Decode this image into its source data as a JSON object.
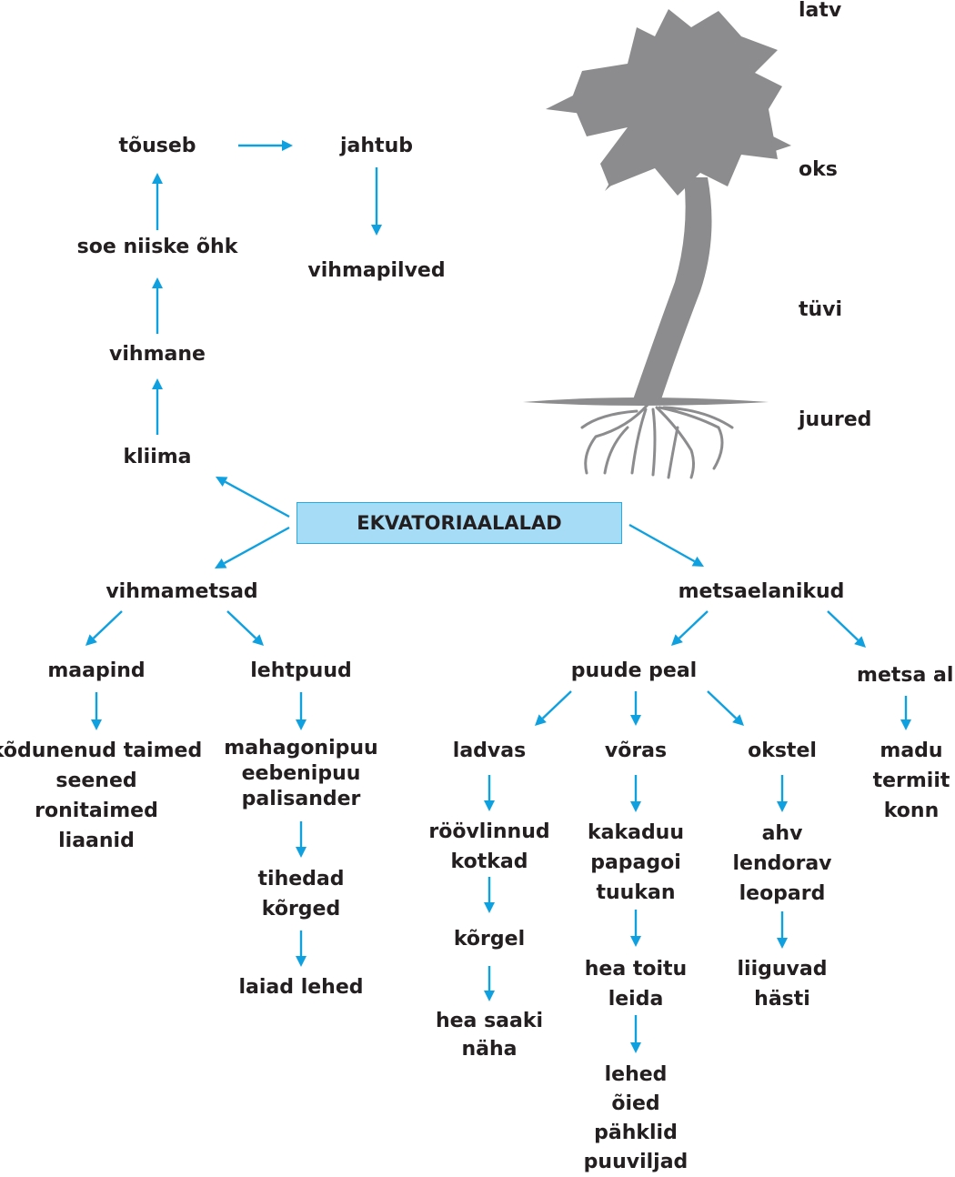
{
  "colors": {
    "arrow": "#0fa0e0",
    "center_box_fill": "#a6dcf6",
    "text": "#231f20",
    "tree": "#8c8c8e"
  },
  "center": {
    "label": "EKVATORIAALALAD"
  },
  "climate": {
    "kliima": "kliima",
    "vihmane": "vihmane",
    "soe": "soe niiske õhk",
    "touseb": "tõuseb",
    "jahtub": "jahtub",
    "vihmapilved": "vihmapilved"
  },
  "tree": {
    "icon": "palm-tree-icon",
    "labels": {
      "latv": "latv",
      "oks": "oks",
      "tuvi": "tüvi",
      "juured": "juured"
    }
  },
  "forests": {
    "vihmametsad": "vihmametsad",
    "maapind": "maapind",
    "maapind_items": [
      "kõdunenud taimed",
      "seened",
      "ronitaimed",
      "liaanid"
    ],
    "lehtpuud": "lehtpuud",
    "lehtpuud_items": [
      "mahagonipuu",
      "eebenipuu",
      "palisander"
    ],
    "tall": [
      "tihedad",
      "kõrged"
    ],
    "leaves": "laiad lehed"
  },
  "inhabitants": {
    "metsaelanikud": "metsaelanikud",
    "puude_peal": "puude peal",
    "metsa_all": "metsa all",
    "metsa_all_items": [
      "madu",
      "termiit",
      "konn"
    ],
    "ladvas": "ladvas",
    "ladvas_items": [
      "röövlinnud",
      "kotkad"
    ],
    "korgel": "kõrgel",
    "saak": [
      "hea saaki",
      "näha"
    ],
    "voras": "võras",
    "voras_items": [
      "kakaduu",
      "papagoi",
      "tuukan"
    ],
    "toit": [
      "hea toitu",
      "leida"
    ],
    "food": [
      "lehed",
      "õied",
      "pähklid",
      "puuviljad"
    ],
    "okstel": "okstel",
    "okstel_items": [
      "ahv",
      "lendorav",
      "leopard"
    ],
    "move": [
      "liiguvad",
      "hästi"
    ]
  }
}
